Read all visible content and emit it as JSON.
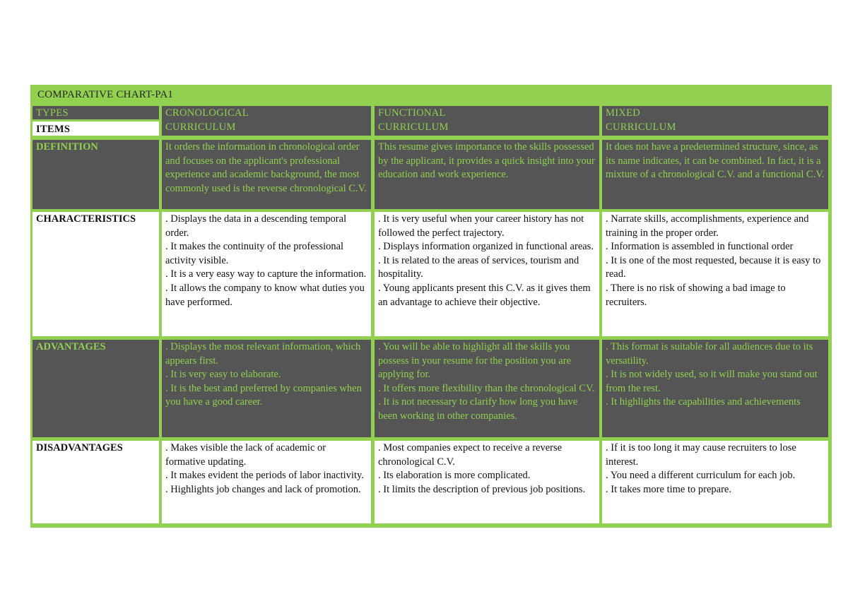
{
  "title": "COMPARATIVE CHART-PA1",
  "header": {
    "types_label": "TYPES",
    "items_label": "ITEMS",
    "columns": [
      {
        "line1": "CRONOLOGICAL",
        "line2": "CURRICULUM"
      },
      {
        "line1": "FUNCTIONAL",
        "line2": "CURRICULUM"
      },
      {
        "line1": "MIXED",
        "line2": "CURRICULUM"
      }
    ]
  },
  "rows": [
    {
      "label": "DEFINITION",
      "style": "dark",
      "cells": [
        [
          "It orders the information in chronological order and focuses on the applicant's professional experience and academic background, the most commonly used is the reverse chronological C.V."
        ],
        [
          "This resume gives importance to the skills possessed by the applicant, it provides a quick insight into your education and work experience."
        ],
        [
          "It does not have a predetermined structure, since, as its name indicates, it can be combined. In fact, it is a mixture of a chronological C.V. and a functional C.V."
        ]
      ]
    },
    {
      "label": "CHARACTERISTICS",
      "style": "light",
      "cells": [
        [
          ". Displays the data in a descending temporal order.",
          ". It makes the continuity of the professional activity visible.",
          ". It is a very easy way to capture the information.",
          ". It allows the company to know what duties you have performed."
        ],
        [
          ". It is very useful when your career history has not followed the perfect trajectory.",
          ". Displays information organized in functional areas.",
          ". It is related to the areas of services, tourism and hospitality.",
          ". Young applicants present this C.V. as it gives them an advantage to achieve their objective."
        ],
        [
          ". Narrate skills, accomplishments, experience and training in the proper order.",
          ". Information is assembled in functional order",
          ". It is one of the most requested, because it is easy to read.",
          ". There is no risk of showing a bad image to recruiters."
        ]
      ]
    },
    {
      "label": "ADVANTAGES",
      "style": "dark",
      "cells": [
        [
          ". Displays the most relevant information, which appears first.",
          ". It is very easy to elaborate.",
          ". It is the best and preferred by companies when you have a good career."
        ],
        [
          ". You will be able to highlight all the skills you possess in your resume for the position you are applying for.",
          ". It offers more flexibility than the chronological CV.",
          ". It is not necessary to clarify how long you have been working in other companies."
        ],
        [
          ". This format is suitable for all audiences due to its versatility.",
          ". It is not widely used, so it will make you stand out from the rest.",
          ". It highlights the capabilities and achievements"
        ]
      ]
    },
    {
      "label": "DISADVANTAGES",
      "style": "light",
      "cells": [
        [
          ". Makes visible the lack of academic or formative updating.",
          ". It makes evident the periods of labor inactivity.",
          ". Highlights job changes and lack of promotion."
        ],
        [
          ". Most companies expect to receive a reverse chronological C.V.",
          ". Its elaboration is more complicated.",
          ". It limits the description of previous job positions."
        ],
        [
          ". If it is too long it may cause recruiters to lose interest.",
          ". You need a different curriculum for each job.",
          ". It takes more time to prepare."
        ]
      ]
    }
  ],
  "colors": {
    "border_green": "#92d050",
    "dark_cell": "#555555",
    "dark_text": "#92d050",
    "light_cell": "#ffffff",
    "light_text": "#111111"
  }
}
